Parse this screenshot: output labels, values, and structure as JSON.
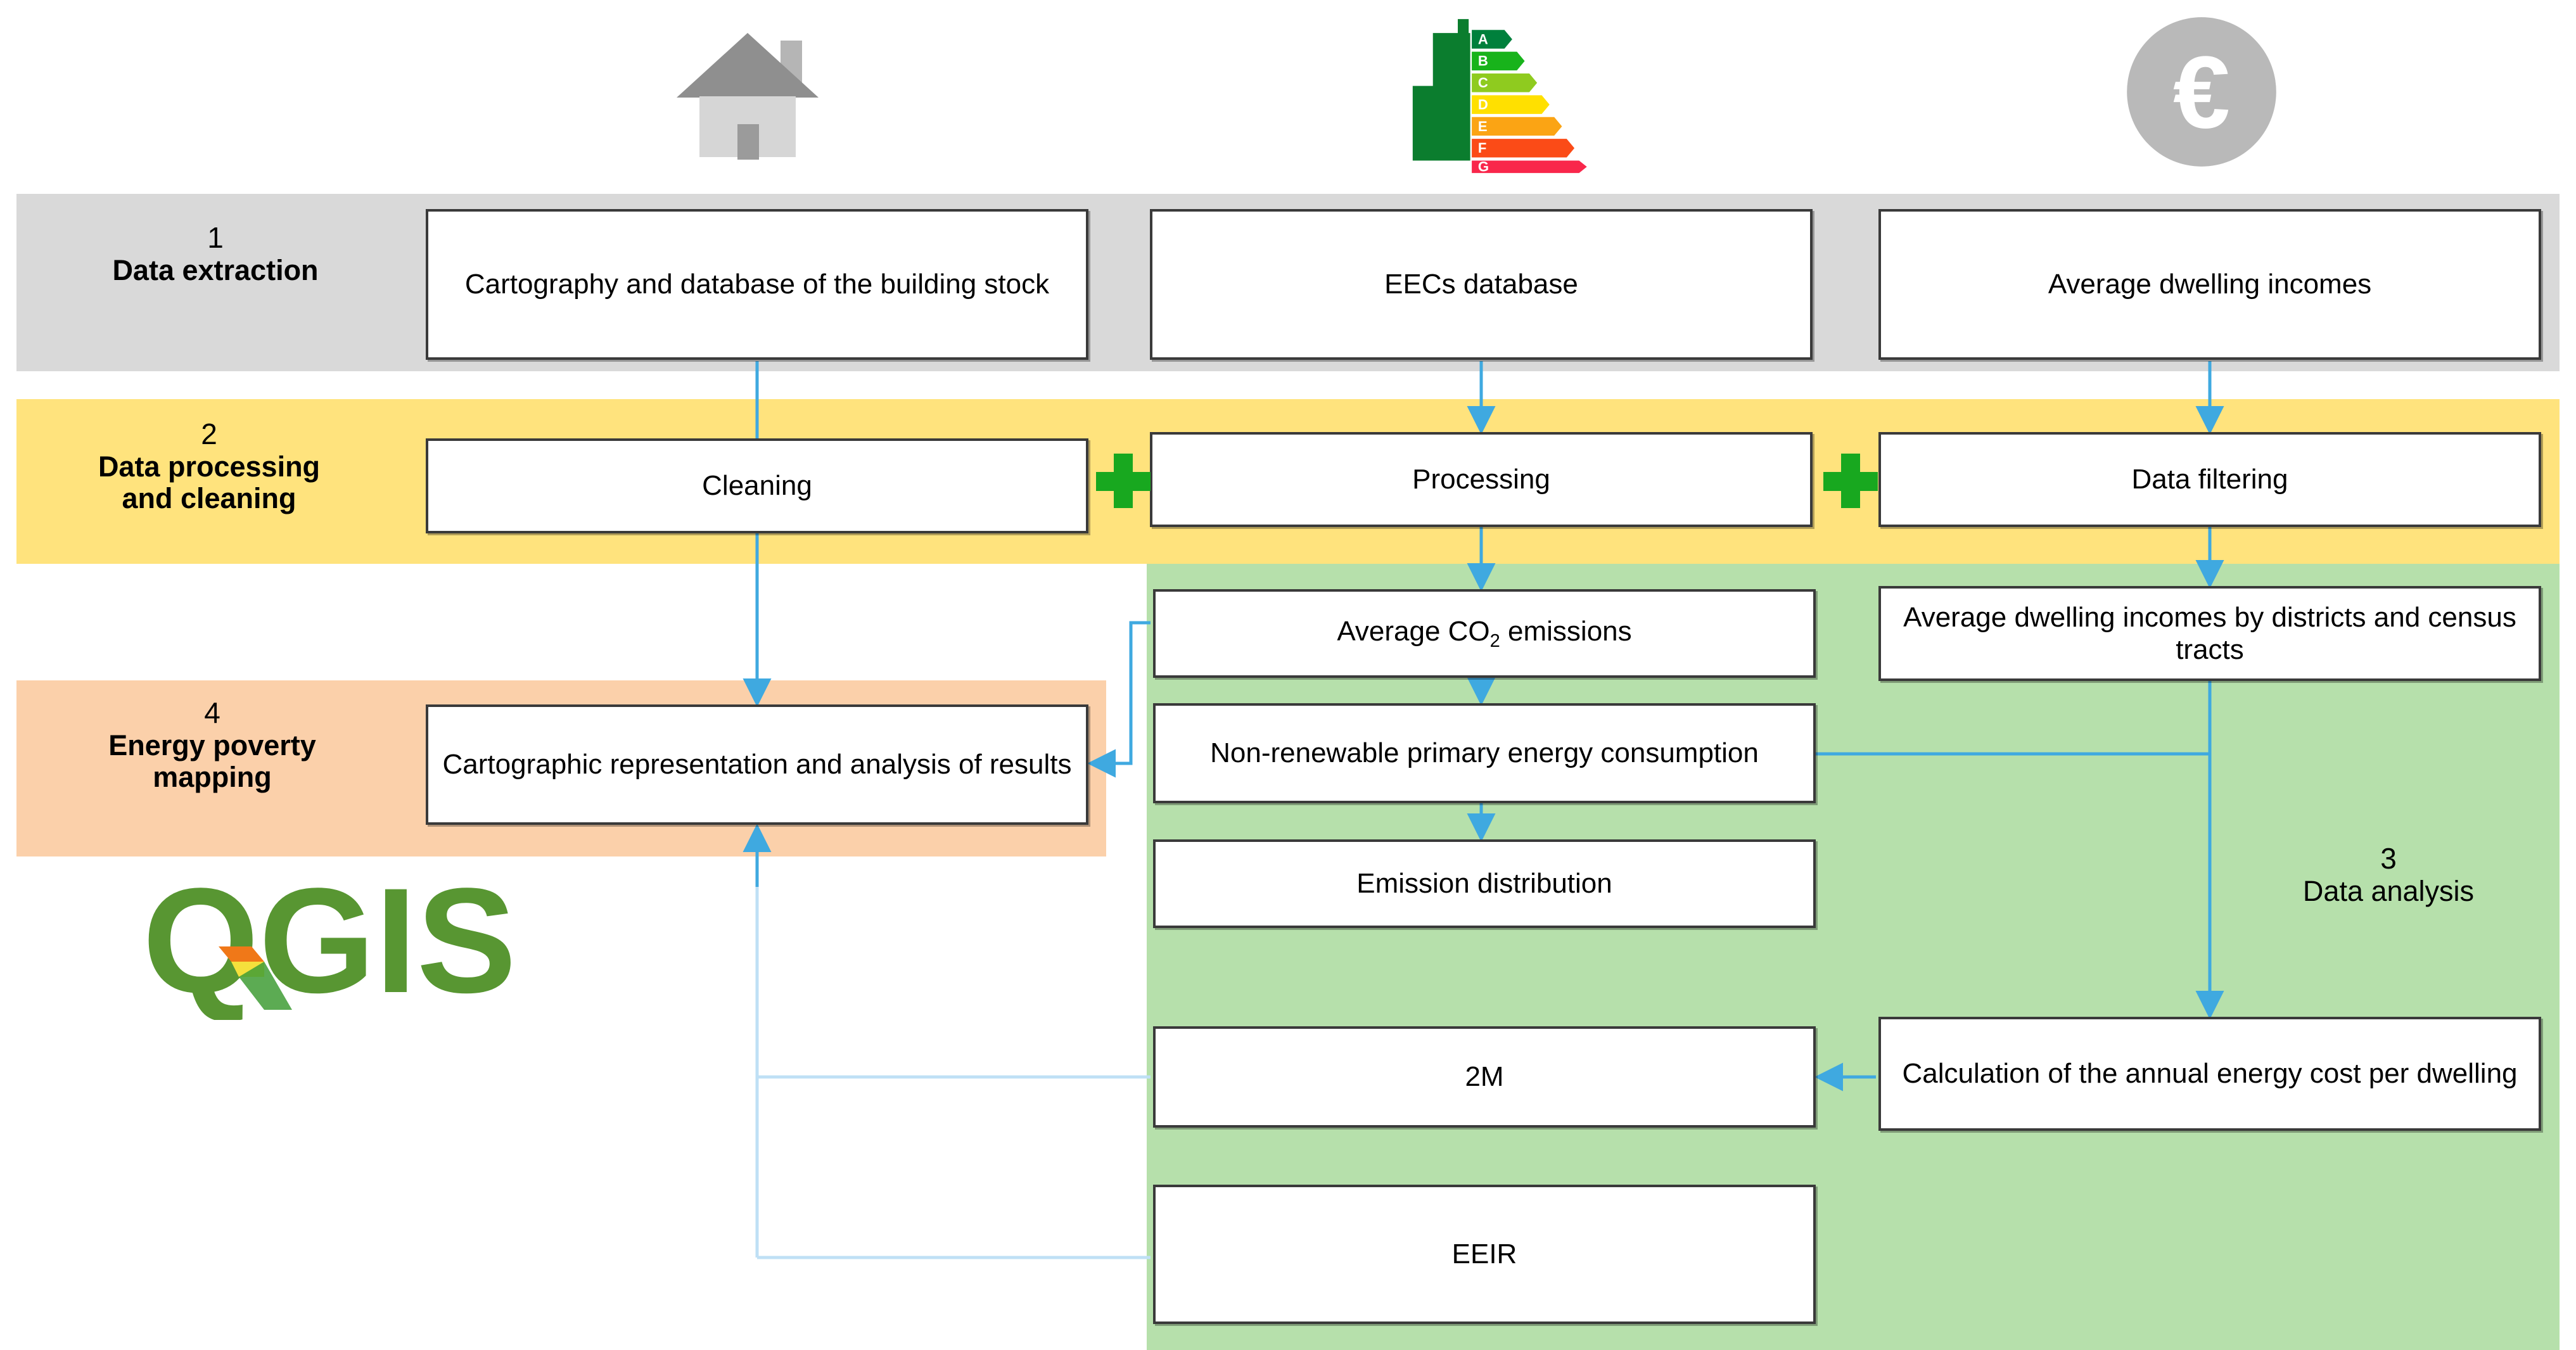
{
  "stages": [
    {
      "id": "extraction",
      "number": "1",
      "name": "Data extraction",
      "color": "#d9d9d9"
    },
    {
      "id": "processing",
      "number": "2",
      "name": "Data processing\nand cleaning",
      "color": "#ffe37d"
    },
    {
      "id": "analysis",
      "number": "3",
      "name": "Data analysis",
      "color": "#b6e0ab"
    },
    {
      "id": "mapping",
      "number": "4",
      "name": "Energy poverty\nmapping",
      "color": "#fbd0aa"
    }
  ],
  "stage_labels": {
    "extraction_num": "1",
    "extraction_name": "Data extraction",
    "processing_num": "2",
    "processing_name_line1": "Data processing",
    "processing_name_line2": "and cleaning",
    "analysis_num": "3",
    "analysis_name": "Data analysis",
    "mapping_num": "4",
    "mapping_name_line1": "Energy poverty",
    "mapping_name_line2": "mapping"
  },
  "nodes": {
    "cartography": "Cartography and database of the building stock",
    "eecs": "EECs database",
    "incomes": "Average dwelling incomes",
    "cleaning": "Cleaning",
    "processing": "Processing",
    "filtering": "Data filtering",
    "co2_prefix": "Average CO",
    "co2_sub": "2",
    "co2_suffix": " emissions",
    "nonrenewable": "Non-renewable primary energy consumption",
    "emission_distribution": "Emission distribution",
    "two_m": "2M",
    "eeir": "EEIR",
    "incomes_by_district": "Average dwelling incomes by districts and census tracts",
    "annual_cost": "Calculation of the annual energy cost per dwelling",
    "cartographic_representation": "Cartographic representation and analysis of results"
  },
  "icons": {
    "house": "house-icon",
    "energy_certificate": "energy-certificate-icon",
    "euro": "euro-coin-icon",
    "plus_1": "plus-icon",
    "plus_2": "plus-icon",
    "logo": "qgis-logo"
  },
  "logo": {
    "text": "QGIS"
  },
  "epc_grades": [
    "A",
    "B",
    "C",
    "D",
    "E",
    "F",
    "G"
  ],
  "colors": {
    "band_extraction": "#d9d9d9",
    "band_processing": "#ffe37d",
    "band_analysis": "#b6e0ab",
    "band_mapping": "#fbd0aa",
    "connector": "#3fa9e0",
    "plus": "#18a81f",
    "node_border": "#3a3a3a",
    "qgis_green": "#589632",
    "epc_a": "#00803c",
    "epc_b": "#18b31b",
    "epc_c": "#8fcb1f",
    "epc_d": "#ffe000",
    "epc_e": "#fba414",
    "epc_f": "#fb4b17",
    "epc_g": "#f9274b"
  }
}
